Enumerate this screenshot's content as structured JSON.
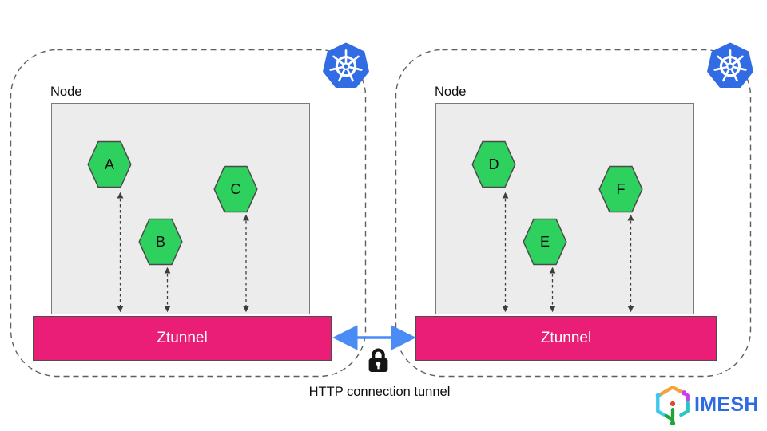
{
  "diagram": {
    "caption": "HTTP connection tunnel",
    "clusters": [
      {
        "node_label": "Node",
        "ztunnel_label": "Ztunnel",
        "pods": [
          "A",
          "B",
          "C"
        ]
      },
      {
        "node_label": "Node",
        "ztunnel_label": "Ztunnel",
        "pods": [
          "D",
          "E",
          "F"
        ]
      }
    ],
    "icons": {
      "cluster_badge": "kubernetes-logo",
      "tunnel_security": "lock-icon"
    },
    "branding": {
      "wordmark": "IMESH"
    },
    "colors": {
      "pod_green": "#2ed05e",
      "ztunnel_pink": "#ea1e77",
      "kubernetes_blue": "#326ce5",
      "tunnel_arrow_blue": "#4b8bf5",
      "imesh_blue": "#2c6be2",
      "node_fill": "#ececec"
    }
  }
}
